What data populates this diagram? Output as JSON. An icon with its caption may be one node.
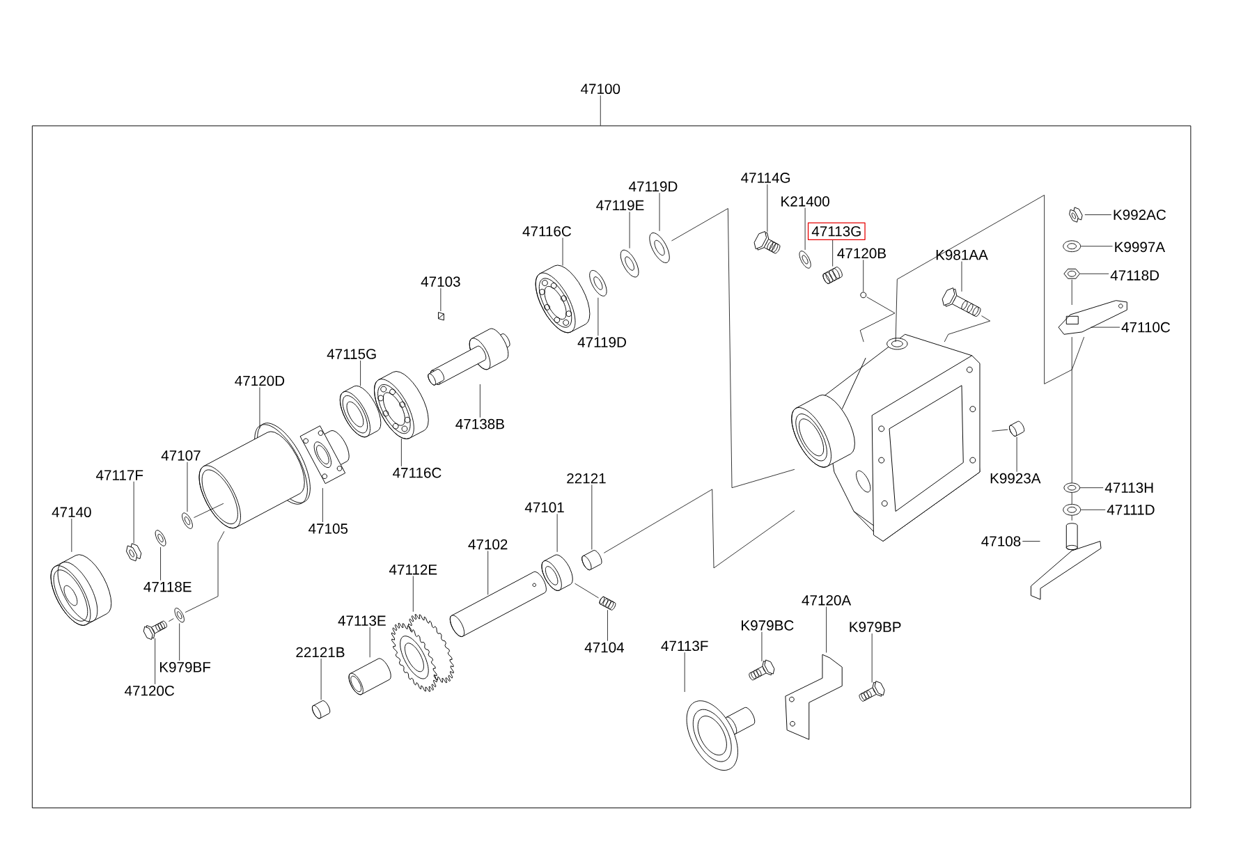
{
  "diagram": {
    "nodes": [
      {
        "text": [
          "47100"
        ]
      },
      {
        "text": [],
        "shape": "box"
      },
      {
        "text": [
          "47119D"
        ],
        "in": 1
      },
      {
        "text": [],
        "shape": "picture",
        "in": 1
      },
      {
        "text": [
          "47119E"
        ],
        "in": 1
      },
      {
        "text": [],
        "shape": "picture",
        "in": 1
      },
      {
        "text": [
          "47116C"
        ],
        "in": 1
      },
      {
        "text": [],
        "shape": "picture",
        "in": 1
      },
      {
        "text": [
          "47119D"
        ],
        "in": 1
      },
      {
        "text": [],
        "shape": "picture",
        "in": 1
      },
      {
        "text": [
          "47103"
        ],
        "in": 1
      },
      {
        "text": [],
        "shape": "picture",
        "in": 1
      },
      {
        "text": [
          "47138B"
        ],
        "in": 1
      },
      {
        "text": [],
        "shape": "picture",
        "in": 1
      },
      {
        "text": [
          "47115G"
        ],
        "in": 1
      },
      {
        "text": [],
        "shape": "picture",
        "in": 1
      },
      {
        "text": [
          "47116C"
        ],
        "in": 1
      },
      {
        "text": [],
        "shape": "picture",
        "in": 1
      },
      {
        "text": [
          "47120D"
        ],
        "in": 1
      },
      {
        "text": [],
        "shape": "picture",
        "in": 1
      },
      {
        "text": [
          "47105"
        ],
        "in": 1
      },
      {
        "text": [],
        "shape": "picture",
        "in": 1
      },
      {
        "text": [
          "47107"
        ],
        "in": 1
      },
      {
        "text": [],
        "shape": "picture",
        "in": 1
      },
      {
        "text": [
          "47117F"
        ],
        "in": 1
      },
      {
        "text": [],
        "shape": "picture",
        "in": 1
      },
      {
        "text": [
          "47140"
        ],
        "in": 1
      },
      {
        "text": [],
        "shape": "picture",
        "in": 1
      },
      {
        "text": [
          "47118E"
        ],
        "in": 1
      },
      {
        "text": [],
        "shape": "picture",
        "in": 1
      },
      {
        "text": [
          "47120C"
        ],
        "in": 1
      },
      {
        "text": [],
        "shape": "picture",
        "in": 1
      },
      {
        "text": [
          "K979BF"
        ],
        "in": 1
      },
      {
        "text": [],
        "shape": "picture",
        "in": 1
      },
      {
        "text": [
          "22121"
        ],
        "in": 1
      },
      {
        "text": [],
        "shape": "picture",
        "in": 1
      },
      {
        "text": [
          "47101"
        ],
        "in": 1
      },
      {
        "text": [],
        "shape": "picture",
        "in": 1
      },
      {
        "text": [
          "47102"
        ],
        "in": 1
      },
      {
        "text": [],
        "shape": "picture",
        "in": 1
      },
      {
        "text": [
          "47104"
        ],
        "in": 1
      },
      {
        "text": [],
        "shape": "picture",
        "in": 1
      },
      {
        "text": [
          "47112E"
        ],
        "in": 1
      },
      {
        "text": [],
        "shape": "picture",
        "in": 1
      },
      {
        "text": [
          "47113E"
        ],
        "in": 1
      },
      {
        "text": [],
        "shape": "picture",
        "in": 1
      },
      {
        "text": [
          "22121B"
        ],
        "in": 1
      },
      {
        "text": [],
        "shape": "picture",
        "in": 1
      },
      {
        "text": [
          "47114G"
        ],
        "in": 1
      },
      {
        "text": [],
        "shape": "picture",
        "in": 1
      },
      {
        "text": [
          "K21400"
        ],
        "in": 1
      },
      {
        "text": [],
        "shape": "picture",
        "in": 1
      },
      {
        "text": [
          "47113G"
        ],
        "in": 1
      },
      {
        "text": [],
        "shape": "picture",
        "in": 1
      },
      {
        "text": [
          "47120B"
        ],
        "in": 1
      },
      {
        "text": [],
        "shape": "picture",
        "in": 1
      },
      {
        "text": [
          "K981AA"
        ],
        "in": 1
      },
      {
        "text": [],
        "shape": "picture",
        "in": 1
      },
      {
        "text": [],
        "shape": "picture",
        "in": 1
      },
      {
        "text": [
          "K9923A"
        ],
        "in": 1
      },
      {
        "text": [],
        "shape": "picture",
        "in": 1
      },
      {
        "text": [
          "K992AC"
        ],
        "in": 1
      },
      {
        "text": [],
        "shape": "picture",
        "in": 1
      },
      {
        "text": [
          "K9997A"
        ],
        "in": 1
      },
      {
        "text": [],
        "shape": "picture",
        "in": 1
      },
      {
        "text": [
          "47118D"
        ],
        "in": 1
      },
      {
        "text": [],
        "shape": "picture",
        "in": 1
      },
      {
        "text": [
          "47110C"
        ],
        "in": 1
      },
      {
        "text": [],
        "shape": "picture",
        "in": 1
      },
      {
        "text": [
          "47113H"
        ],
        "in": 1
      },
      {
        "text": [],
        "shape": "picture",
        "in": 1
      },
      {
        "text": [
          "47111D"
        ],
        "in": 1
      },
      {
        "text": [],
        "shape": "picture",
        "in": 1
      },
      {
        "text": [
          "47108"
        ],
        "in": 1
      },
      {
        "text": [],
        "shape": "picture",
        "in": 1
      },
      {
        "text": [
          "47113F"
        ],
        "in": 1
      },
      {
        "text": [],
        "shape": "picture",
        "in": 1
      },
      {
        "text": [
          "K979BC"
        ],
        "in": 1
      },
      {
        "text": [],
        "shape": "picture",
        "in": 1
      },
      {
        "text": [
          "47120A"
        ],
        "in": 1
      },
      {
        "text": [],
        "shape": "picture",
        "in": 1
      },
      {
        "text": [
          "K979BP"
        ],
        "in": 1
      },
      {
        "text": [],
        "shape": "picture",
        "in": 1
      }
    ],
    "edges": [
      {
        "from": 0,
        "to": 1,
        "arrow": "none"
      },
      {
        "from": 2,
        "to": 3,
        "arrow": "none"
      },
      {
        "from": 4,
        "to": 5,
        "arrow": "none"
      },
      {
        "from": 6,
        "to": 7,
        "arrow": "none"
      },
      {
        "from": 8,
        "to": 9,
        "arrow": "none"
      },
      {
        "from": 10,
        "to": 11,
        "arrow": "none"
      },
      {
        "from": 12,
        "to": 13,
        "arrow": "none"
      },
      {
        "from": 14,
        "to": 15,
        "arrow": "none"
      },
      {
        "from": 16,
        "to": 17,
        "arrow": "none"
      },
      {
        "from": 18,
        "to": 19,
        "arrow": "none"
      },
      {
        "from": 20,
        "to": 21,
        "arrow": "none"
      },
      {
        "from": 22,
        "to": 23,
        "arrow": "none"
      },
      {
        "from": 24,
        "to": 25,
        "arrow": "none"
      },
      {
        "from": 26,
        "to": 27,
        "arrow": "none"
      },
      {
        "from": 28,
        "to": 29,
        "arrow": "none"
      },
      {
        "from": 30,
        "to": 31,
        "arrow": "none"
      },
      {
        "from": 32,
        "to": 33,
        "arrow": "none"
      },
      {
        "from": 34,
        "to": 35,
        "arrow": "none"
      },
      {
        "from": 36,
        "to": 37,
        "arrow": "none"
      },
      {
        "from": 38,
        "to": 39,
        "arrow": "none"
      },
      {
        "from": 40,
        "to": 41,
        "arrow": "none"
      },
      {
        "from": 42,
        "to": 43,
        "arrow": "none"
      },
      {
        "from": 44,
        "to": 45,
        "arrow": "none"
      },
      {
        "from": 46,
        "to": 47,
        "arrow": "none"
      },
      {
        "from": 48,
        "to": 49,
        "arrow": "none"
      },
      {
        "from": 50,
        "to": 51,
        "arrow": "none"
      },
      {
        "from": 52,
        "to": 53,
        "arrow": "none"
      },
      {
        "from": 54,
        "to": 55,
        "arrow": "none"
      },
      {
        "from": 56,
        "to": 57,
        "arrow": "none"
      },
      {
        "from": 59,
        "to": 60,
        "arrow": "none"
      },
      {
        "from": 61,
        "to": 62,
        "arrow": "none"
      },
      {
        "from": 63,
        "to": 64,
        "arrow": "none"
      },
      {
        "from": 65,
        "to": 66,
        "arrow": "none"
      },
      {
        "from": 67,
        "to": 68,
        "arrow": "none"
      },
      {
        "from": 69,
        "to": 70,
        "arrow": "none"
      },
      {
        "from": 71,
        "to": 72,
        "arrow": "none"
      },
      {
        "from": 73,
        "to": 74,
        "arrow": "none"
      },
      {
        "from": 75,
        "to": 76,
        "arrow": "none"
      },
      {
        "from": 77,
        "to": 78,
        "arrow": "none"
      },
      {
        "from": 79,
        "to": 80,
        "arrow": "none"
      },
      {
        "from": 81,
        "to": 82,
        "arrow": "none"
      },
      {
        "from": 3,
        "to": 58,
        "arrow": "none"
      },
      {
        "from": 35,
        "to": 58,
        "arrow": "none"
      },
      {
        "from": 19,
        "to": 33,
        "arrow": "none"
      },
      {
        "from": 23,
        "to": 19,
        "arrow": "none"
      },
      {
        "from": 55,
        "to": 58,
        "arrow": "none"
      },
      {
        "from": 57,
        "to": 58,
        "arrow": "none"
      },
      {
        "from": 60,
        "to": 58,
        "arrow": "none"
      },
      {
        "from": 58,
        "to": 68,
        "arrow": "none"
      },
      {
        "from": 66,
        "to": 68,
        "arrow": "none"
      },
      {
        "from": 68,
        "to": 70,
        "arrow": "none"
      },
      {
        "from": 70,
        "to": 72,
        "arrow": "none"
      },
      {
        "from": 72,
        "to": 74,
        "arrow": "none"
      },
      {
        "from": 41,
        "to": 37,
        "arrow": "none"
      },
      {
        "from": 31,
        "to": 33,
        "arrow": "none"
      }
    ]
  }
}
